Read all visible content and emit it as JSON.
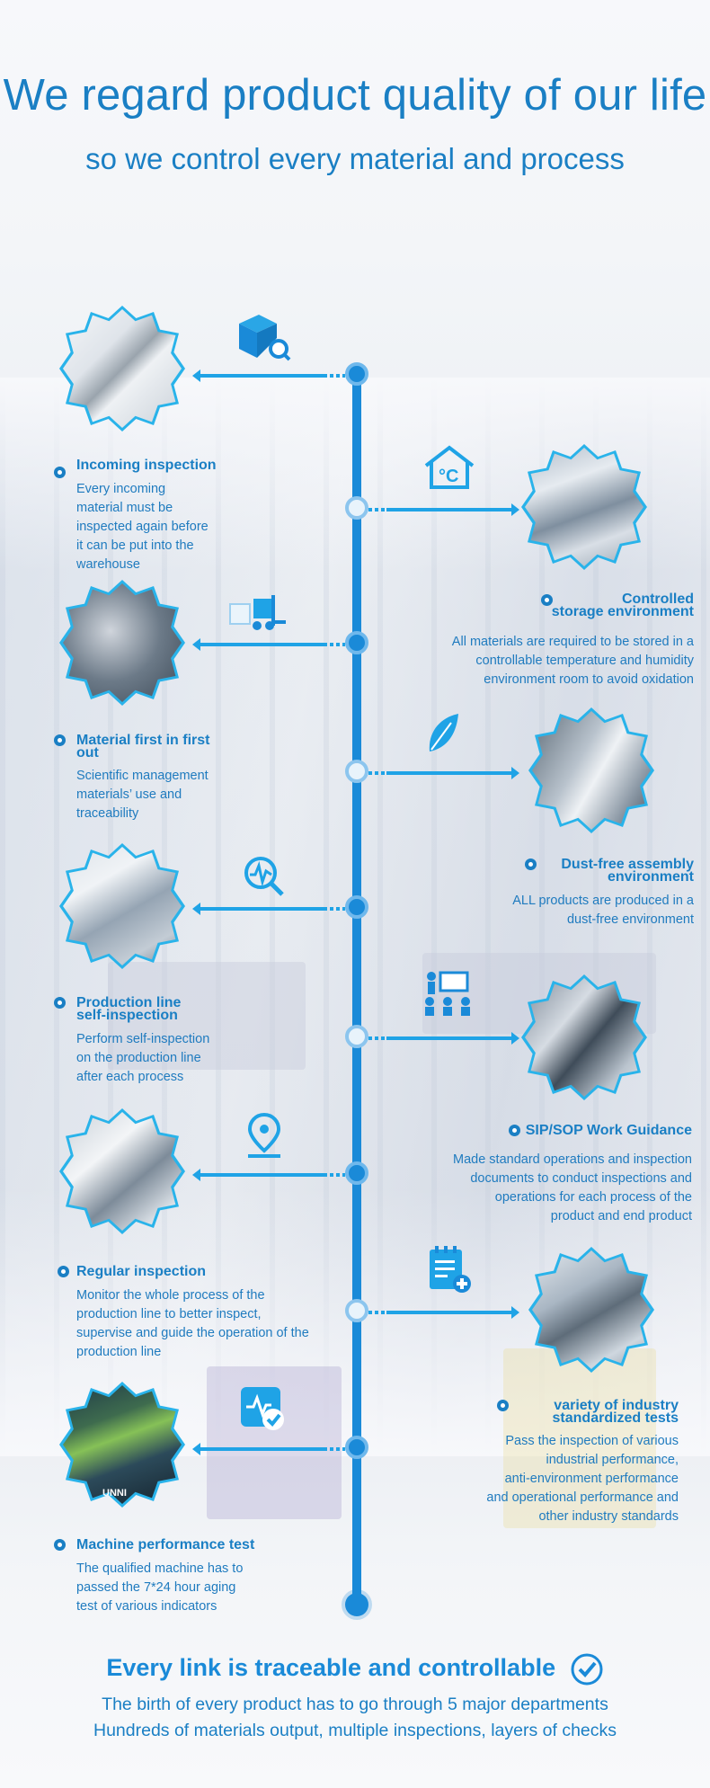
{
  "header": {
    "title": "We regard product quality of our life",
    "subtitle": "so we control every material and process"
  },
  "steps": [
    {
      "title": "Incoming inspection",
      "desc_lines": [
        "Every incoming",
        "material must be",
        "inspected again before",
        "it can be put into the",
        "warehouse"
      ],
      "icon": "box-search-icon"
    },
    {
      "title_lines": [
        "Controlled",
        "storage environment"
      ],
      "desc_lines": [
        "All materials are required to be stored in a",
        "controllable temperature and humidity",
        "environment room to avoid oxidation"
      ],
      "icon": "thermometer-house-icon"
    },
    {
      "title_lines": [
        "Material first in first",
        "out"
      ],
      "desc_lines": [
        "Scientific management",
        "materials’ use and",
        "traceability"
      ],
      "icon": "forklift-icon"
    },
    {
      "title_lines": [
        "Dust-free assembly",
        "environment"
      ],
      "desc_lines": [
        "ALL products are produced in a",
        "dust-free environment"
      ],
      "icon": "leaf-icon"
    },
    {
      "title_lines": [
        "Production line",
        "self-inspection"
      ],
      "desc_lines": [
        "Perform self-inspection",
        "on the production line",
        "after each process"
      ],
      "icon": "magnifier-wave-icon"
    },
    {
      "title": "SIP/SOP Work Guidance",
      "desc_lines": [
        "Made standard operations and inspection",
        "documents to conduct inspections and",
        "operations for each process of the",
        "product and end product"
      ],
      "icon": "training-icon"
    },
    {
      "title": "Regular inspection",
      "desc_lines": [
        "Monitor the whole process of the",
        "production line to better inspect,",
        "supervise and guide the operation of the",
        "production line"
      ],
      "icon": "location-pin-icon"
    },
    {
      "title_lines": [
        "variety of industry",
        "standardized tests"
      ],
      "desc_lines": [
        "Pass the inspection of various",
        "industrial performance,",
        "anti-environment performance",
        "and operational performance and",
        "other industry standards"
      ],
      "icon": "clipboard-plus-icon"
    },
    {
      "title": "Machine performance test",
      "desc_lines": [
        "The qualified machine has to",
        "passed the 7*24 hour aging",
        "test of various indicators"
      ],
      "icon": "monitor-check-icon",
      "photo_text": "UNNI"
    }
  ],
  "footer": {
    "headline": "Every link is traceable and controllable",
    "line1": "The birth of every product has to go through 5 major departments",
    "line2": "Hundreds of materials output, multiple inspections, layers of checks"
  },
  "colors": {
    "primary": "#1a7fc4",
    "accent": "#1fa3e6",
    "line": "#1a8ad8"
  }
}
